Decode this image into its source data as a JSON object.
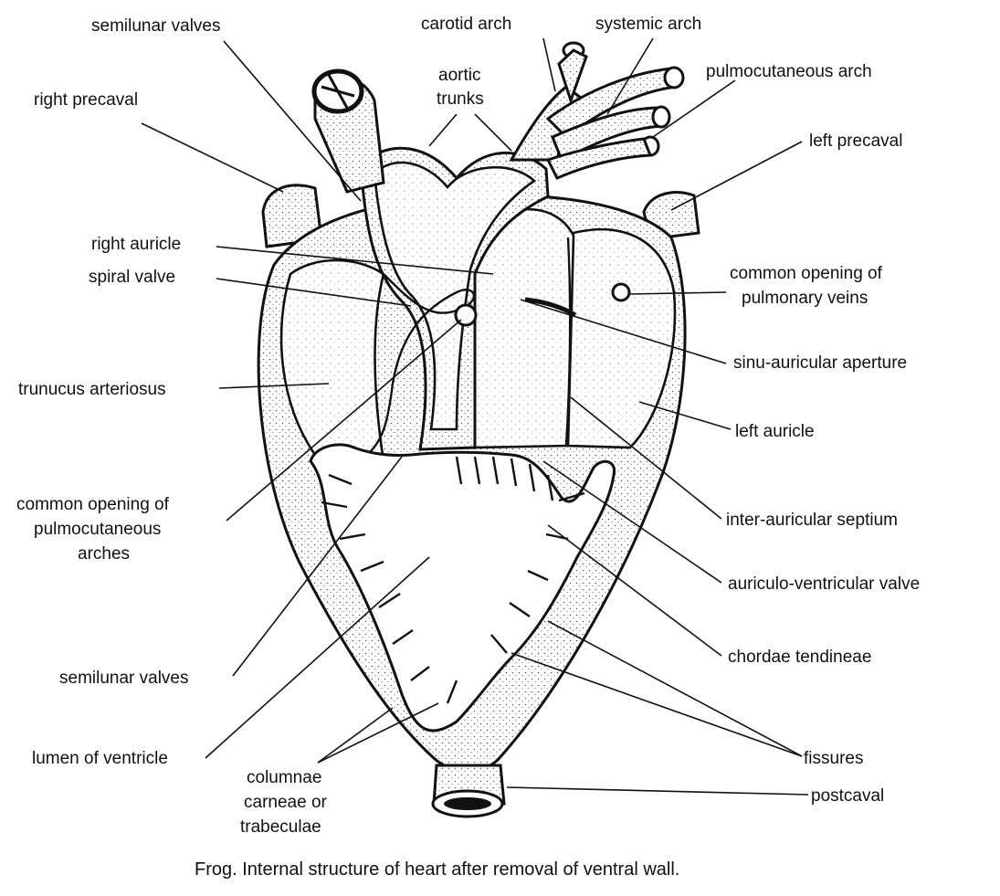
{
  "caption": "Frog. Internal structure of heart after removal of ventral wall.",
  "labels": {
    "semilunar_valves_top": "semilunar valves",
    "right_precaval": "right precaval",
    "carotid_arch": "carotid arch",
    "systemic_arch": "systemic arch",
    "aortic_trunks_1": "aortic",
    "aortic_trunks_2": "trunks",
    "pulmocutaneous_arch": "pulmocutaneous arch",
    "left_precaval": "left precaval",
    "right_auricle": "right auricle",
    "spiral_valve": "spiral valve",
    "common_opening_pulmonary_1": "common opening of",
    "common_opening_pulmonary_2": "pulmonary veins",
    "sinu_auricular_aperture": "sinu-auricular aperture",
    "truncus_arteriosus": "trunucus arteriosus",
    "left_auricle": "left auricle",
    "common_opening_pulmocutaneous_1": "common opening of",
    "common_opening_pulmocutaneous_2": "pulmocutaneous",
    "common_opening_pulmocutaneous_3": "arches",
    "inter_auricular_septum": "inter-auricular septium",
    "auriculo_ventricular_valve": "auriculo-ventricular valve",
    "chordae_tendineae": "chordae tendineae",
    "semilunar_valves_bottom": "semilunar valves",
    "lumen_of_ventricle": "lumen of ventricle",
    "fissures": "fissures",
    "columnae_1": "columnae",
    "columnae_2": "carneae or",
    "columnae_3": "trabeculae",
    "postcaval": "postcaval"
  }
}
